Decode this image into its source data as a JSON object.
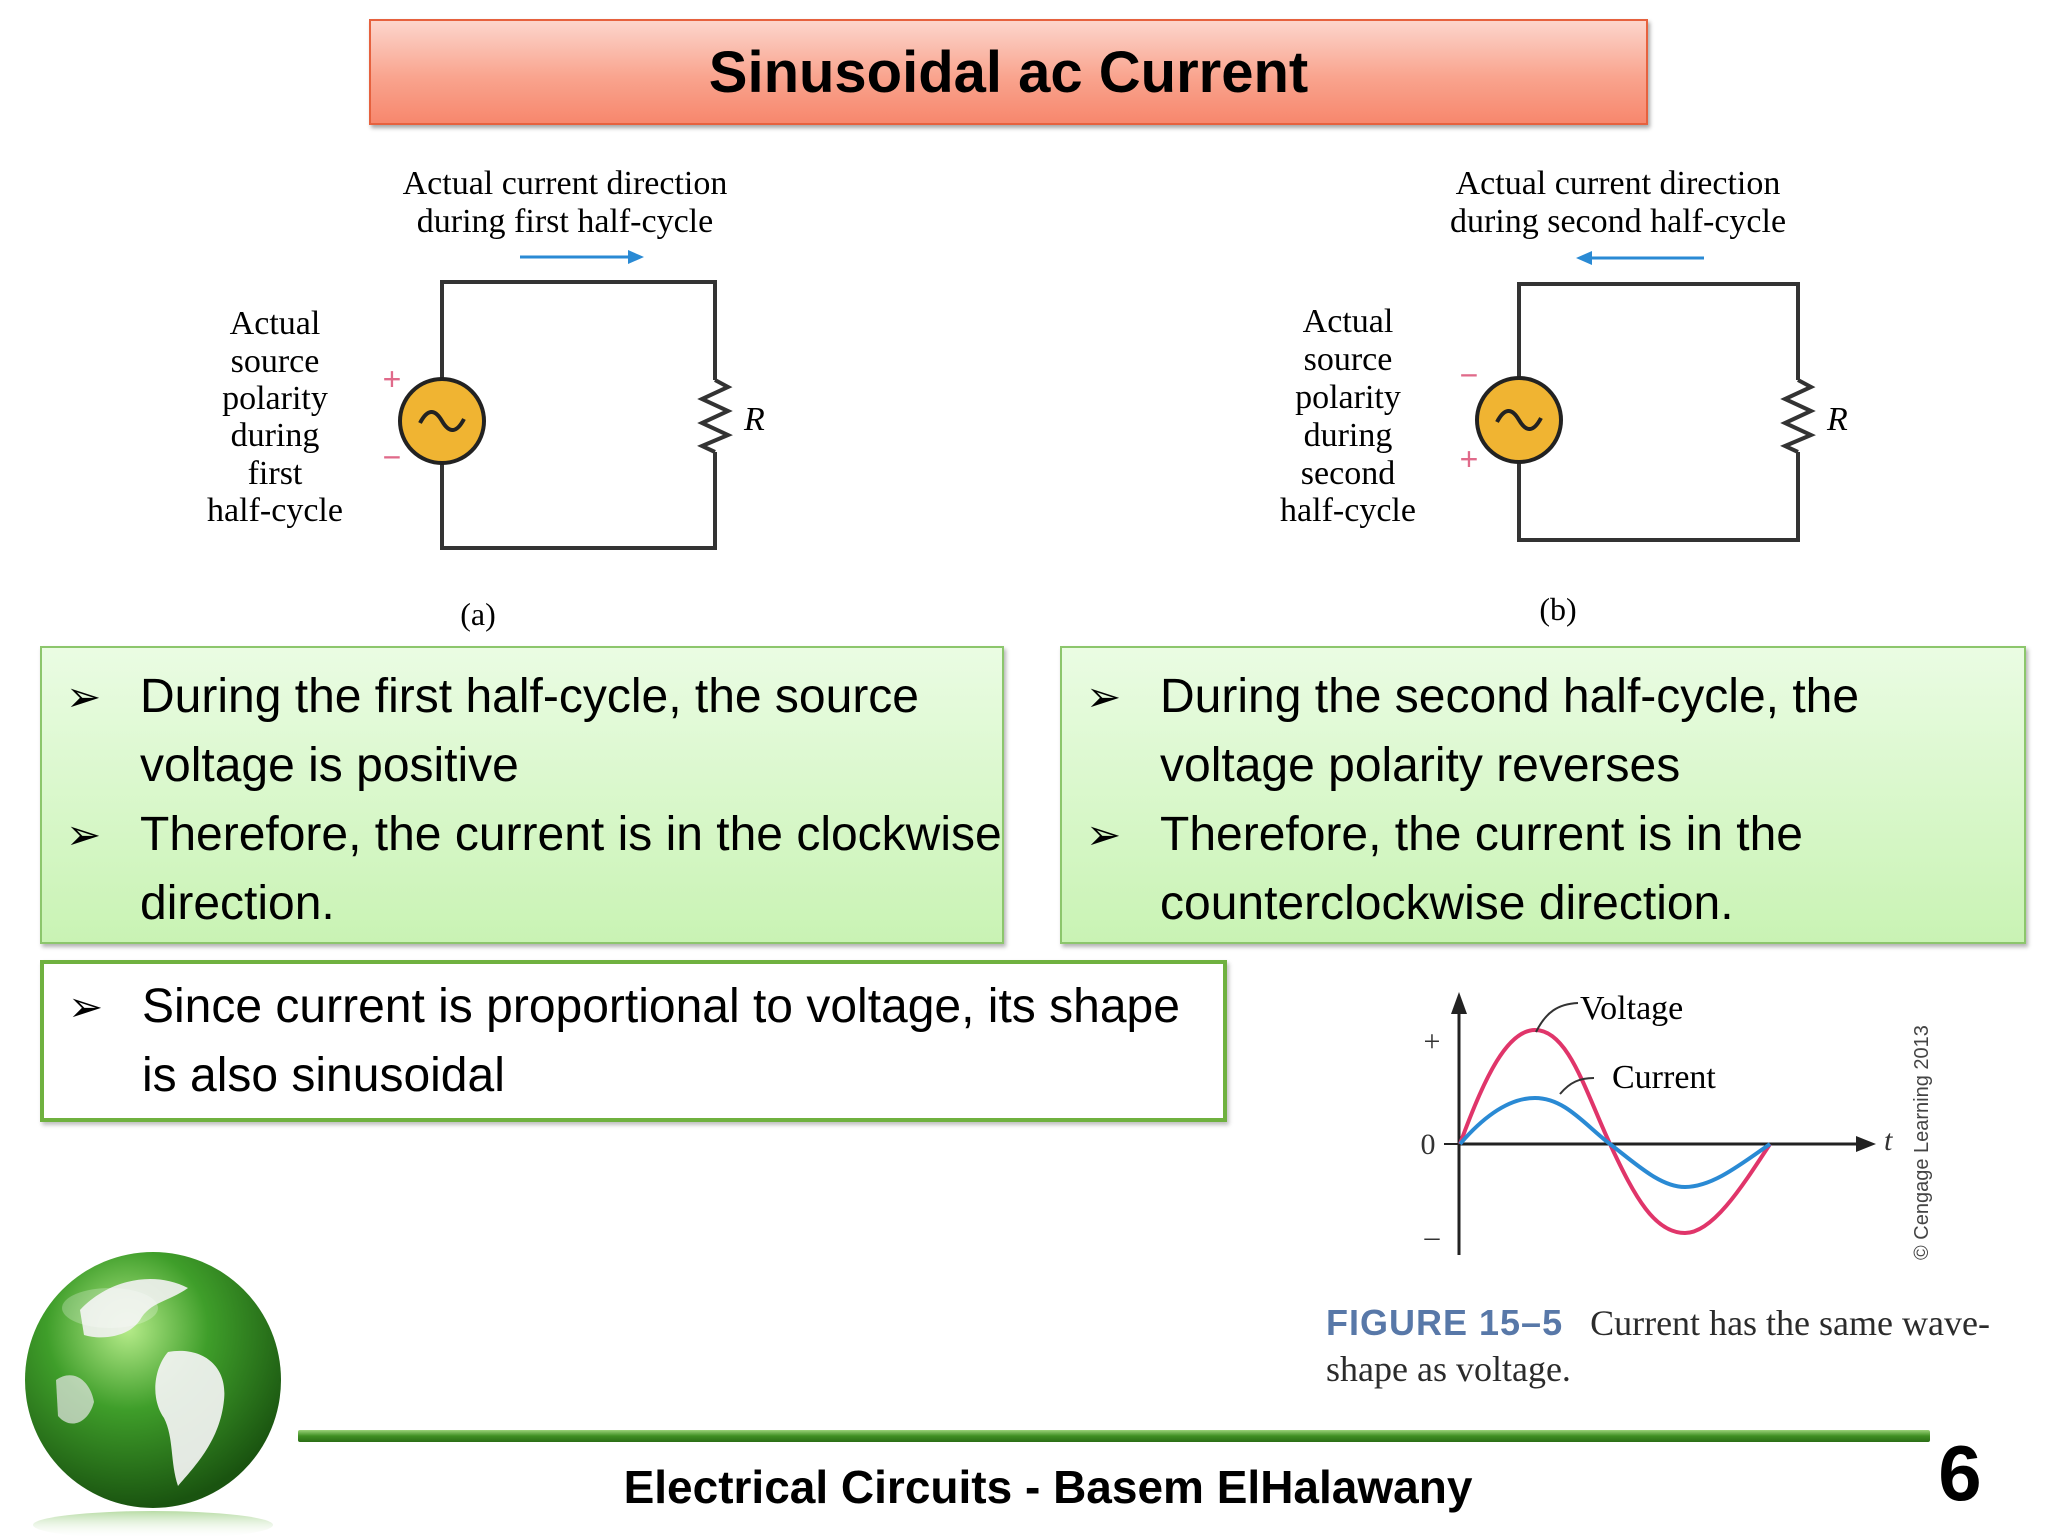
{
  "slide": {
    "title": "Sinusoidal ac Current",
    "page_number": "6",
    "footer": "Electrical Circuits - Basem ElHalawany"
  },
  "circuit_a": {
    "caption_line1": "Actual current direction",
    "caption_line2": "during first half-cycle",
    "polarity_lines": [
      "Actual",
      "source",
      "polarity",
      "during",
      "first",
      "half-cycle"
    ],
    "top_sign": "+",
    "bottom_sign": "−",
    "resistor_label": "R",
    "figure_label": "(a)"
  },
  "circuit_b": {
    "caption_line1": "Actual current direction",
    "caption_line2": "during second half-cycle",
    "polarity_lines": [
      "Actual",
      "source",
      "polarity",
      "during",
      "second",
      "half-cycle"
    ],
    "top_sign": "−",
    "bottom_sign": "+",
    "resistor_label": "R",
    "figure_label": "(b)"
  },
  "box_a": {
    "bullets": [
      "During the first half-cycle, the source voltage is positive",
      "Therefore, the current is in the clockwise direction."
    ]
  },
  "box_b": {
    "bullets": [
      "During the second half-cycle, the voltage polarity reverses",
      "Therefore, the current is in the counterclockwise direction."
    ]
  },
  "box_c": {
    "bullets": [
      "Since current is proportional to voltage, its shape is also sinusoidal"
    ]
  },
  "bullet_symbol": "➢",
  "waveform": {
    "y_plus": "+",
    "y_zero": "0",
    "y_minus": "–",
    "x_label": "t",
    "voltage_label": "Voltage",
    "current_label": "Current",
    "copyright": "© Cengage Learning 2013",
    "figure_label": "FIGURE 15–5",
    "figure_caption_line1": "Current has the same wave-",
    "figure_caption_line2": "shape as voltage."
  },
  "colors": {
    "arrow_blue": "#2a8ad4",
    "source_fill": "#f0b432",
    "voltage_curve": "#e0356a",
    "current_curve": "#2a8ad4",
    "sign_pink": "#e06a8a"
  }
}
